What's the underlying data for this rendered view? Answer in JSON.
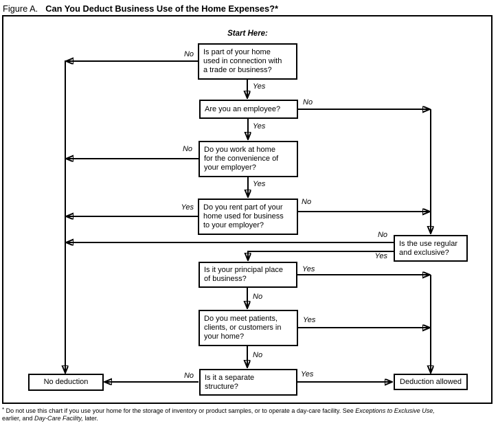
{
  "title": {
    "prefix": "Figure A.",
    "main": "Can You Deduct Business Use of the Home Expenses?*"
  },
  "start_label": "Start Here:",
  "labels": {
    "yes": "Yes",
    "no": "No"
  },
  "nodes": {
    "q1": "Is part of your home\nused in connection with\na trade or business?",
    "q2": "Are you an employee?",
    "q3": "Do you work at home\nfor the convenience of\nyour employer?",
    "q4": "Do you rent part of your\nhome used for business\nto your employer?",
    "q5": "Is the use regular\nand exclusive?",
    "q6": "Is it your principal place\nof business?",
    "q7": "Do you meet patients,\nclients, or customers in\nyour home?",
    "q8": "Is it a separate\nstructure?",
    "no_deduction": "No deduction",
    "deduction_allowed": "Deduction allowed"
  },
  "footnote": {
    "marker": "*",
    "part1": " Do not use this chart if you use your home for the storage of inventory or product samples, or to operate a day-care facility. See ",
    "part2": "Exceptions to Exclusive Use,",
    "part3": "\nearlier, and ",
    "part4": "Day-Care Facility,",
    "part5": " later."
  },
  "colors": {
    "ink": "#000000",
    "background": "#ffffff"
  }
}
